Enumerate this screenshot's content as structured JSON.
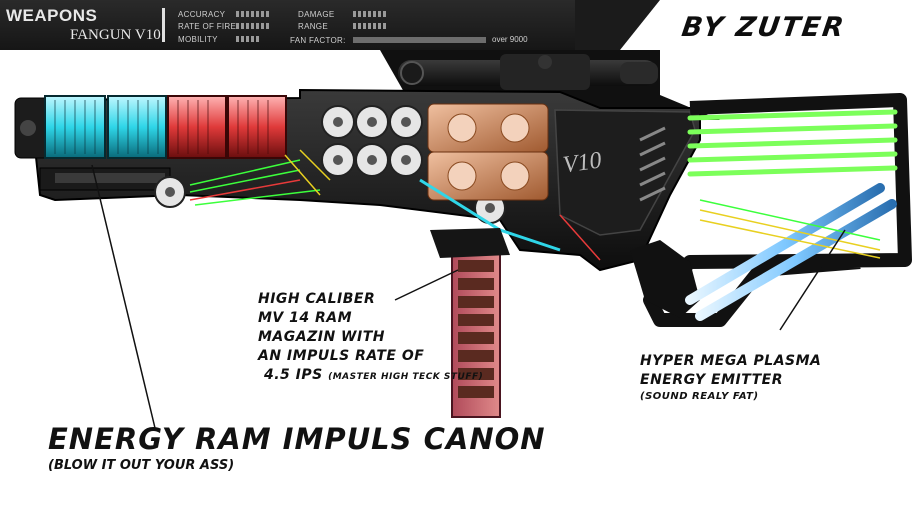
{
  "hud": {
    "title": "WEAPONS",
    "model": "FANGUN V10",
    "stats": [
      {
        "label": "ACCURACY"
      },
      {
        "label": "RATE OF FIRE"
      },
      {
        "label": "MOBILITY"
      },
      {
        "label": "DAMAGE"
      },
      {
        "label": "RANGE"
      }
    ],
    "fan_factor_label": "FAN FACTOR:",
    "fan_factor_value": "over 9000"
  },
  "byline": "BY ZUTER",
  "gun_marking": "V10",
  "captions": {
    "magazine": {
      "lines": [
        "HIGH CALIBER",
        "MV 14 RAM",
        "MAGAZIN WITH",
        "AN IMPULS RATE OF",
        "4.5 IPS"
      ],
      "note": "(MASTER HIGH TECK STUFF)"
    },
    "emitter": {
      "lines": [
        "HYPER MEGA PLASMA",
        "ENERGY EMITTER"
      ],
      "note": "(SOUND REALY FAT)"
    },
    "canon": {
      "title": "ENERGY RAM IMPULS CANON",
      "note": "(BLOW IT OUT YOUR ASS)"
    }
  },
  "colors": {
    "ram_cyan": "#2fd6e8",
    "ram_red": "#e03a3a",
    "green_tube": "#7cff5a",
    "plasma_blue": "#7ec8ff",
    "copper": "#d48a5a"
  }
}
